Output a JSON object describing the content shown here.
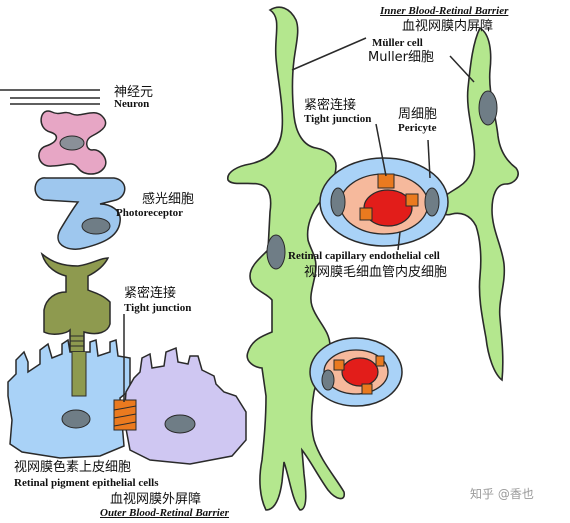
{
  "colors": {
    "muller_green": "#b4e78e",
    "outline": "#2a2a2a",
    "neuron_pink": "#e7a6c5",
    "photoreceptor_blue": "#9ec7ee",
    "olive_green": "#8e9a4f",
    "rpe_blue": "#a9d2f7",
    "rpe_lilac": "#cfc7f2",
    "nucleus_gray": "#6f7d86",
    "capillary_red": "#e21d1a",
    "capillary_salmon": "#f6b99c",
    "junction_orange": "#ea7a1f"
  },
  "titles": {
    "inner_en": "Inner Blood-Retinal Barrier",
    "inner_zh": "血视网膜内屏障",
    "outer_en": "Outer Blood-Retinal Barrier",
    "outer_zh": "血视网膜外屏障"
  },
  "labels": {
    "neuron_zh": "神经元",
    "neuron_en": "Neuron",
    "photoreceptor_zh": "感光细胞",
    "photoreceptor_en": "Photoreceptor",
    "tight_junction_left_zh": "紧密连接",
    "tight_junction_left_en": "Tight junction",
    "rpe_zh": "视网膜色素上皮细胞",
    "rpe_en": "Retinal pigment epithelial cells",
    "muller_en": "Müller cell",
    "muller_zh": "Muller细胞",
    "tight_junction_right_zh": "紧密连接",
    "tight_junction_right_en": "Tight junction",
    "pericyte_zh": "周细胞",
    "pericyte_en": "Pericyte",
    "endothelial_en": "Retinal capillary endothelial cell",
    "endothelial_zh": "视网膜毛细血管内皮细胞"
  },
  "watermark": "知乎 @香也"
}
